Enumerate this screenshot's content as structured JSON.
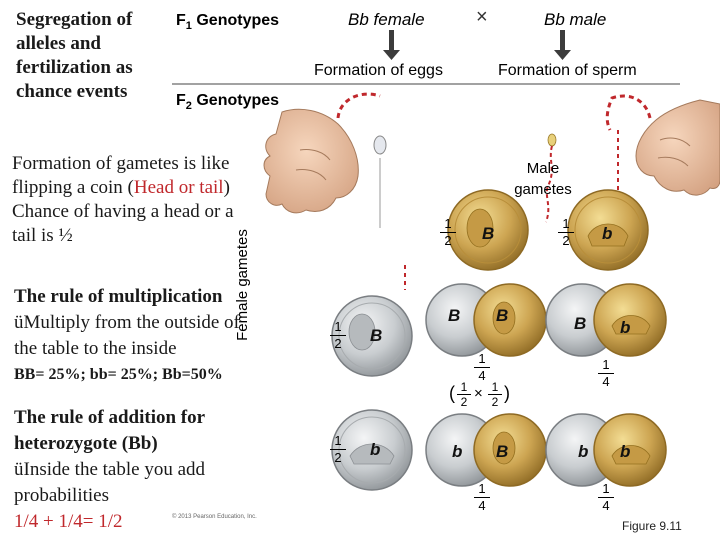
{
  "title_lines": [
    "Segregation of",
    "alleles and",
    "fertilization as",
    "chance events"
  ],
  "f1_genotypes": {
    "letter": "F",
    "sub": "1",
    "rest": " Genotypes"
  },
  "f2_genotypes": {
    "letter": "F",
    "sub": "2",
    "rest": " Genotypes"
  },
  "parents": {
    "female": "Bb female",
    "cross_symbol": "×",
    "male": "Bb male"
  },
  "formation": {
    "eggs": "Formation of eggs",
    "sperm": "Formation of sperm"
  },
  "gamete_text": {
    "line1": "Formation of gametes is like",
    "line2_pre": "flipping a coin (",
    "line2_red": "Head or tail",
    "line2_post": ")",
    "line3": "Chance of having a head or a",
    "line4": "tail is ½"
  },
  "multiplication": {
    "heading": "The rule of multiplication",
    "line1": "üMultiply from the outside of",
    "line2": "the table to the inside",
    "line3": "BB= 25%; bb= 25%; Bb=50%"
  },
  "addition": {
    "heading": "The rule of addition for",
    "heading2": "heterozygote (Bb)",
    "line1": "üInside the table you add",
    "line2": "probabilities",
    "sum": "1/4 + 1/4= 1/2"
  },
  "labels": {
    "male_gametes_1": "Male",
    "male_gametes_2": "gametes",
    "female_gametes": "Female gametes"
  },
  "alleles": {
    "dominant": "B",
    "recessive": "b"
  },
  "fractions": {
    "one": "1",
    "two": "2",
    "four": "4"
  },
  "product_expr": {
    "open": "(",
    "times": "×",
    "close": ")"
  },
  "copyright": "© 2013 Pearson Education, Inc.",
  "figure_caption": "Figure 9.11",
  "colors": {
    "accent_red": "#c0282c",
    "arrow_dark": "#3c3c3c",
    "sperm_red": "#c0282c",
    "silver_coin": "#c8cccf",
    "gold_coin": "#c8a34a"
  }
}
